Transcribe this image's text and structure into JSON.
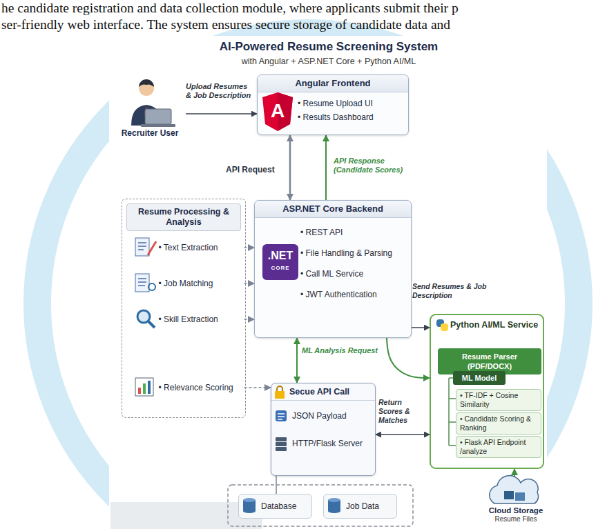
{
  "diagram": {
    "title": "AI-Powered Resume Screening System",
    "nodes": [
      {
        "text": [
          "Recruiter User"
        ]
      },
      {
        "text": [
          "Angular Frontend",
          "• Resume Upload UI",
          "• Results Dashboard"
        ]
      },
      {
        "text": [
          "Resume Processing & Analysis"
        ]
      },
      {
        "text": [
          "• Text Extraction"
        ],
        "in": 2
      },
      {
        "text": [
          "• Job Matching"
        ],
        "in": 2
      },
      {
        "text": [
          "• Skill Extraction"
        ],
        "in": 2
      },
      {
        "text": [
          "• Relevance Scoring"
        ],
        "in": 2
      },
      {
        "text": [
          "ASP.NET Core Backend",
          "• REST API",
          "• File Handling & Parsing",
          "• Call ML Service",
          "• JWT Authentication"
        ]
      },
      {
        "text": [
          "Python AI/ML Service"
        ]
      },
      {
        "text": [
          "Resume Parser (PDF/DOCX)"
        ],
        "in": 8
      },
      {
        "text": [
          "ML Model"
        ],
        "in": 8
      },
      {
        "text": [
          "• TF-IDF + Cosine Similarity"
        ],
        "in": 8
      },
      {
        "text": [
          "• Candidate Scoring & Ranking"
        ],
        "in": 8
      },
      {
        "text": [
          "• Flask API Endpoint /analyze"
        ],
        "in": 8
      },
      {
        "text": [
          "Secue API Call",
          "JSON Payload",
          "HTTP/Flask Server"
        ]
      },
      {
        "text": [
          "Database"
        ]
      },
      {
        "text": [
          "Job Data"
        ]
      },
      {
        "text": [
          "Cloud Storage",
          "Resume Files"
        ]
      }
    ],
    "edges": [
      {
        "from": 0,
        "to": 1,
        "arrow": "to",
        "label": "Upload Resumes & Job Description"
      },
      {
        "from": 1,
        "to": 7,
        "arrow": "both",
        "label": "API Request"
      },
      {
        "from": 7,
        "to": 1,
        "arrow": "to",
        "label": "API Response (Candidate Scores)"
      },
      {
        "from": 3,
        "to": 7,
        "arrow": "to"
      },
      {
        "from": 4,
        "to": 7,
        "arrow": "to"
      },
      {
        "from": 5,
        "to": 7,
        "arrow": "to"
      },
      {
        "from": 6,
        "to": 14,
        "arrow": "to"
      },
      {
        "from": 7,
        "to": 8,
        "arrow": "to",
        "label": "Send Resumes & Job Description"
      },
      {
        "from": 7,
        "to": 14,
        "arrow": "both"
      },
      {
        "from": 7,
        "to": 8,
        "arrow": "to",
        "label": "ML Analysis Request"
      },
      {
        "from": 14,
        "to": 8,
        "arrow": "both",
        "label": "Return Scores & Matches"
      },
      {
        "from": 17,
        "to": 8,
        "arrow": "to"
      },
      {
        "from": 14,
        "to": 15,
        "arrow": "none"
      }
    ],
    "labels": [
      "he candidate registration and data collection module, where applicants submit their p",
      "ser-friendly web interface. The system ensures secure storage of candidate data and",
      "with Angular + ASP.NET Core + Python AI/ML",
      "A",
      ".NET",
      "CORE"
    ]
  }
}
